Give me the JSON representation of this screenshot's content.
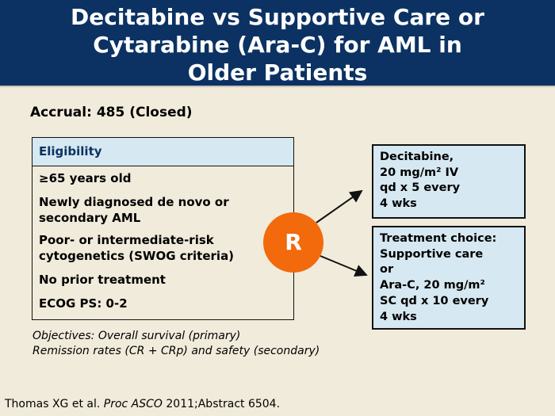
{
  "title": {
    "lines": [
      "Decitabine vs Supportive Care or",
      "Cytarabine (Ara-C) for AML in",
      "Older Patients"
    ]
  },
  "accrual": "Accrual: 485 (Closed)",
  "eligibility": {
    "heading": "Eligibility",
    "items": [
      {
        "lines": [
          "≥65 years old"
        ]
      },
      {
        "lines": [
          "Newly diagnosed de novo or",
          "secondary AML"
        ]
      },
      {
        "lines": [
          "Poor- or intermediate-risk",
          "cytogenetics (SWOG criteria)"
        ]
      },
      {
        "lines": [
          "No prior treatment"
        ]
      },
      {
        "lines": [
          "ECOG PS: 0-2"
        ]
      }
    ]
  },
  "randomization": "R",
  "arms": [
    {
      "lines": [
        "Decitabine,",
        "20 mg/m² IV",
        "qd x 5 every",
        "4 wks"
      ]
    },
    {
      "lines": [
        "Treatment choice:",
        "Supportive care",
        "or",
        "Ara-C, 20 mg/m²",
        "SC qd x 10 every",
        "4 wks"
      ]
    }
  ],
  "objectives": {
    "lines": [
      "Objectives: Overall survival (primary)",
      "Remission rates (CR + CRp) and safety (secondary)"
    ]
  },
  "footer": {
    "authors": "Thomas XG et al. ",
    "journal": "Proc ASCO",
    "rest": " 2011;Abstract 6504."
  },
  "colors": {
    "header": "#0b3262",
    "background": "#f1ebdb",
    "box": "#d6e8f1",
    "randomize": "#f26a0c"
  }
}
